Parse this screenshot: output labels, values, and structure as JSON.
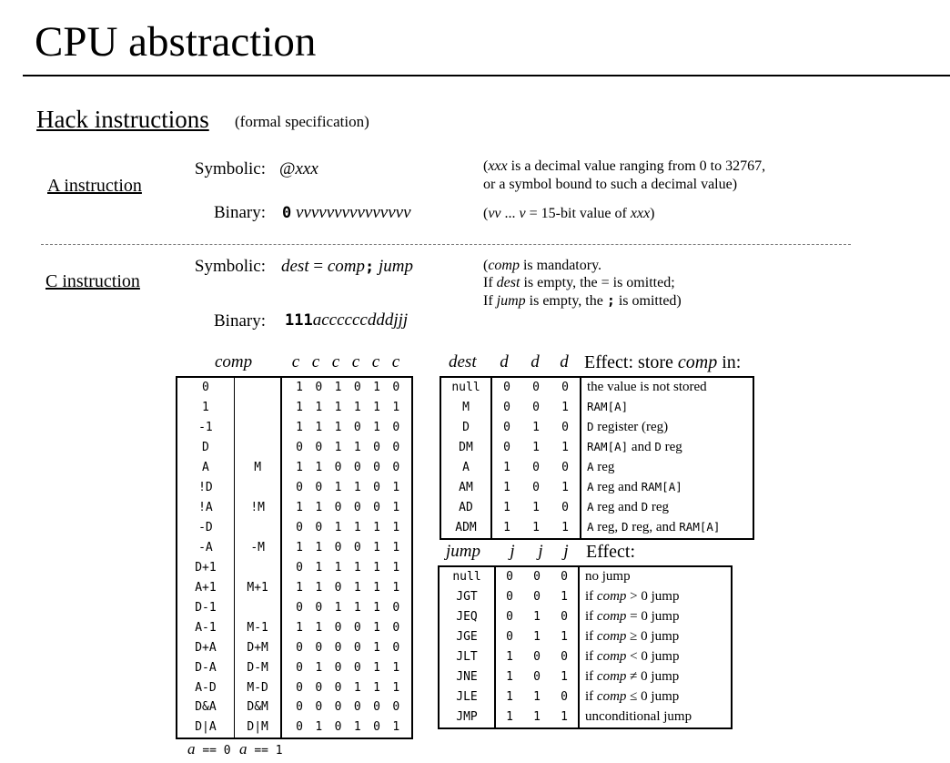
{
  "title": "CPU abstraction",
  "section": {
    "heading": "Hack instructions",
    "subheading": "(formal specification)"
  },
  "a_instruction": {
    "label": "A instruction",
    "symbolic_label": "Symbolic:",
    "symbolic_at": "@",
    "symbolic_xxx": "xxx",
    "binary_label": "Binary:",
    "binary_zero": "0",
    "binary_v": "vvvvvvvvvvvvvvv",
    "note1_xxx": "xxx",
    "note1_rest": " is a decimal value ranging from 0 to 32767,",
    "note2": "or a symbol bound to such a decimal value)",
    "note3_vv": "vv",
    "note3_mid": " ... ",
    "note3_v": "v",
    "note3_rest": " = 15-bit value of ",
    "note3_xxx": "xxx"
  },
  "c_instruction": {
    "label": "C instruction",
    "symbolic_label": "Symbolic:",
    "sym_dest": "dest",
    "sym_eq": " = ",
    "sym_comp": "comp",
    "sym_semi": ";",
    "sym_jump": "jump",
    "binary_label": "Binary:",
    "binary_111": "111",
    "binary_rest": "acccccc",
    "binary_d": "ddd",
    "binary_j": "jjj",
    "note1_comp": "comp",
    "note1_rest": " is mandatory.",
    "note2_a": "If ",
    "note2_dest": "dest",
    "note2_rest": " is empty, the = is omitted;",
    "note3_a": "If ",
    "note3_jump": "jump",
    "note3_b": " is empty, the ",
    "note3_semi": ";",
    "note3_c": " is omitted)"
  },
  "comp_table": {
    "header": "comp",
    "bit_headers": [
      "c",
      "c",
      "c",
      "c",
      "c",
      "c"
    ],
    "footer_a0_label": "a",
    "footer_a0_eq": " == 0",
    "footer_a1_label": "a",
    "footer_a1_eq": " == 1",
    "rows": [
      {
        "a0": "0",
        "a1": "",
        "bits": [
          "1",
          "0",
          "1",
          "0",
          "1",
          "0"
        ]
      },
      {
        "a0": "1",
        "a1": "",
        "bits": [
          "1",
          "1",
          "1",
          "1",
          "1",
          "1"
        ]
      },
      {
        "a0": "-1",
        "a1": "",
        "bits": [
          "1",
          "1",
          "1",
          "0",
          "1",
          "0"
        ]
      },
      {
        "a0": "D",
        "a1": "",
        "bits": [
          "0",
          "0",
          "1",
          "1",
          "0",
          "0"
        ]
      },
      {
        "a0": "A",
        "a1": "M",
        "bits": [
          "1",
          "1",
          "0",
          "0",
          "0",
          "0"
        ]
      },
      {
        "a0": "!D",
        "a1": "",
        "bits": [
          "0",
          "0",
          "1",
          "1",
          "0",
          "1"
        ]
      },
      {
        "a0": "!A",
        "a1": "!M",
        "bits": [
          "1",
          "1",
          "0",
          "0",
          "0",
          "1"
        ]
      },
      {
        "a0": "-D",
        "a1": "",
        "bits": [
          "0",
          "0",
          "1",
          "1",
          "1",
          "1"
        ]
      },
      {
        "a0": "-A",
        "a1": "-M",
        "bits": [
          "1",
          "1",
          "0",
          "0",
          "1",
          "1"
        ]
      },
      {
        "a0": "D+1",
        "a1": "",
        "bits": [
          "0",
          "1",
          "1",
          "1",
          "1",
          "1"
        ]
      },
      {
        "a0": "A+1",
        "a1": "M+1",
        "bits": [
          "1",
          "1",
          "0",
          "1",
          "1",
          "1"
        ]
      },
      {
        "a0": "D-1",
        "a1": "",
        "bits": [
          "0",
          "0",
          "1",
          "1",
          "1",
          "0"
        ]
      },
      {
        "a0": "A-1",
        "a1": "M-1",
        "bits": [
          "1",
          "1",
          "0",
          "0",
          "1",
          "0"
        ]
      },
      {
        "a0": "D+A",
        "a1": "D+M",
        "bits": [
          "0",
          "0",
          "0",
          "0",
          "1",
          "0"
        ]
      },
      {
        "a0": "D-A",
        "a1": "D-M",
        "bits": [
          "0",
          "1",
          "0",
          "0",
          "1",
          "1"
        ]
      },
      {
        "a0": "A-D",
        "a1": "M-D",
        "bits": [
          "0",
          "0",
          "0",
          "1",
          "1",
          "1"
        ]
      },
      {
        "a0": "D&A",
        "a1": "D&M",
        "bits": [
          "0",
          "0",
          "0",
          "0",
          "0",
          "0"
        ]
      },
      {
        "a0": "D|A",
        "a1": "D|M",
        "bits": [
          "0",
          "1",
          "0",
          "1",
          "0",
          "1"
        ]
      }
    ]
  },
  "dest_table": {
    "header": "dest",
    "bit_headers": [
      "d",
      "d",
      "d"
    ],
    "effect_header_a": "Effect: store ",
    "effect_header_comp": "comp",
    "effect_header_b": " in:",
    "rows": [
      {
        "name": "null",
        "bits": [
          "0",
          "0",
          "0"
        ],
        "effect": "the value is not stored"
      },
      {
        "name": "M",
        "bits": [
          "0",
          "0",
          "1"
        ],
        "effect": "RAM[A]"
      },
      {
        "name": "D",
        "bits": [
          "0",
          "1",
          "0"
        ],
        "effect": "D register (reg)"
      },
      {
        "name": "DM",
        "bits": [
          "0",
          "1",
          "1"
        ],
        "effect": "RAM[A] and D reg"
      },
      {
        "name": "A",
        "bits": [
          "1",
          "0",
          "0"
        ],
        "effect": "A reg"
      },
      {
        "name": "AM",
        "bits": [
          "1",
          "0",
          "1"
        ],
        "effect": "A reg and RAM[A]"
      },
      {
        "name": "AD",
        "bits": [
          "1",
          "1",
          "0"
        ],
        "effect": "A reg and D reg"
      },
      {
        "name": "ADM",
        "bits": [
          "1",
          "1",
          "1"
        ],
        "effect": "A reg, D reg, and RAM[A]"
      }
    ]
  },
  "jump_table": {
    "header": "jump",
    "bit_headers": [
      "j",
      "j",
      "j"
    ],
    "effect_header": "Effect:",
    "rows": [
      {
        "name": "null",
        "bits": [
          "0",
          "0",
          "0"
        ],
        "effect": "no jump"
      },
      {
        "name": "JGT",
        "bits": [
          "0",
          "0",
          "1"
        ],
        "effect": "if comp > 0 jump"
      },
      {
        "name": "JEQ",
        "bits": [
          "0",
          "1",
          "0"
        ],
        "effect": "if comp = 0 jump"
      },
      {
        "name": "JGE",
        "bits": [
          "0",
          "1",
          "1"
        ],
        "effect": "if comp ≥ 0 jump"
      },
      {
        "name": "JLT",
        "bits": [
          "1",
          "0",
          "0"
        ],
        "effect": "if comp < 0 jump"
      },
      {
        "name": "JNE",
        "bits": [
          "1",
          "0",
          "1"
        ],
        "effect": "if comp ≠ 0 jump"
      },
      {
        "name": "JLE",
        "bits": [
          "1",
          "1",
          "0"
        ],
        "effect": "if comp ≤ 0 jump"
      },
      {
        "name": "JMP",
        "bits": [
          "1",
          "1",
          "1"
        ],
        "effect": "unconditional jump"
      }
    ]
  }
}
